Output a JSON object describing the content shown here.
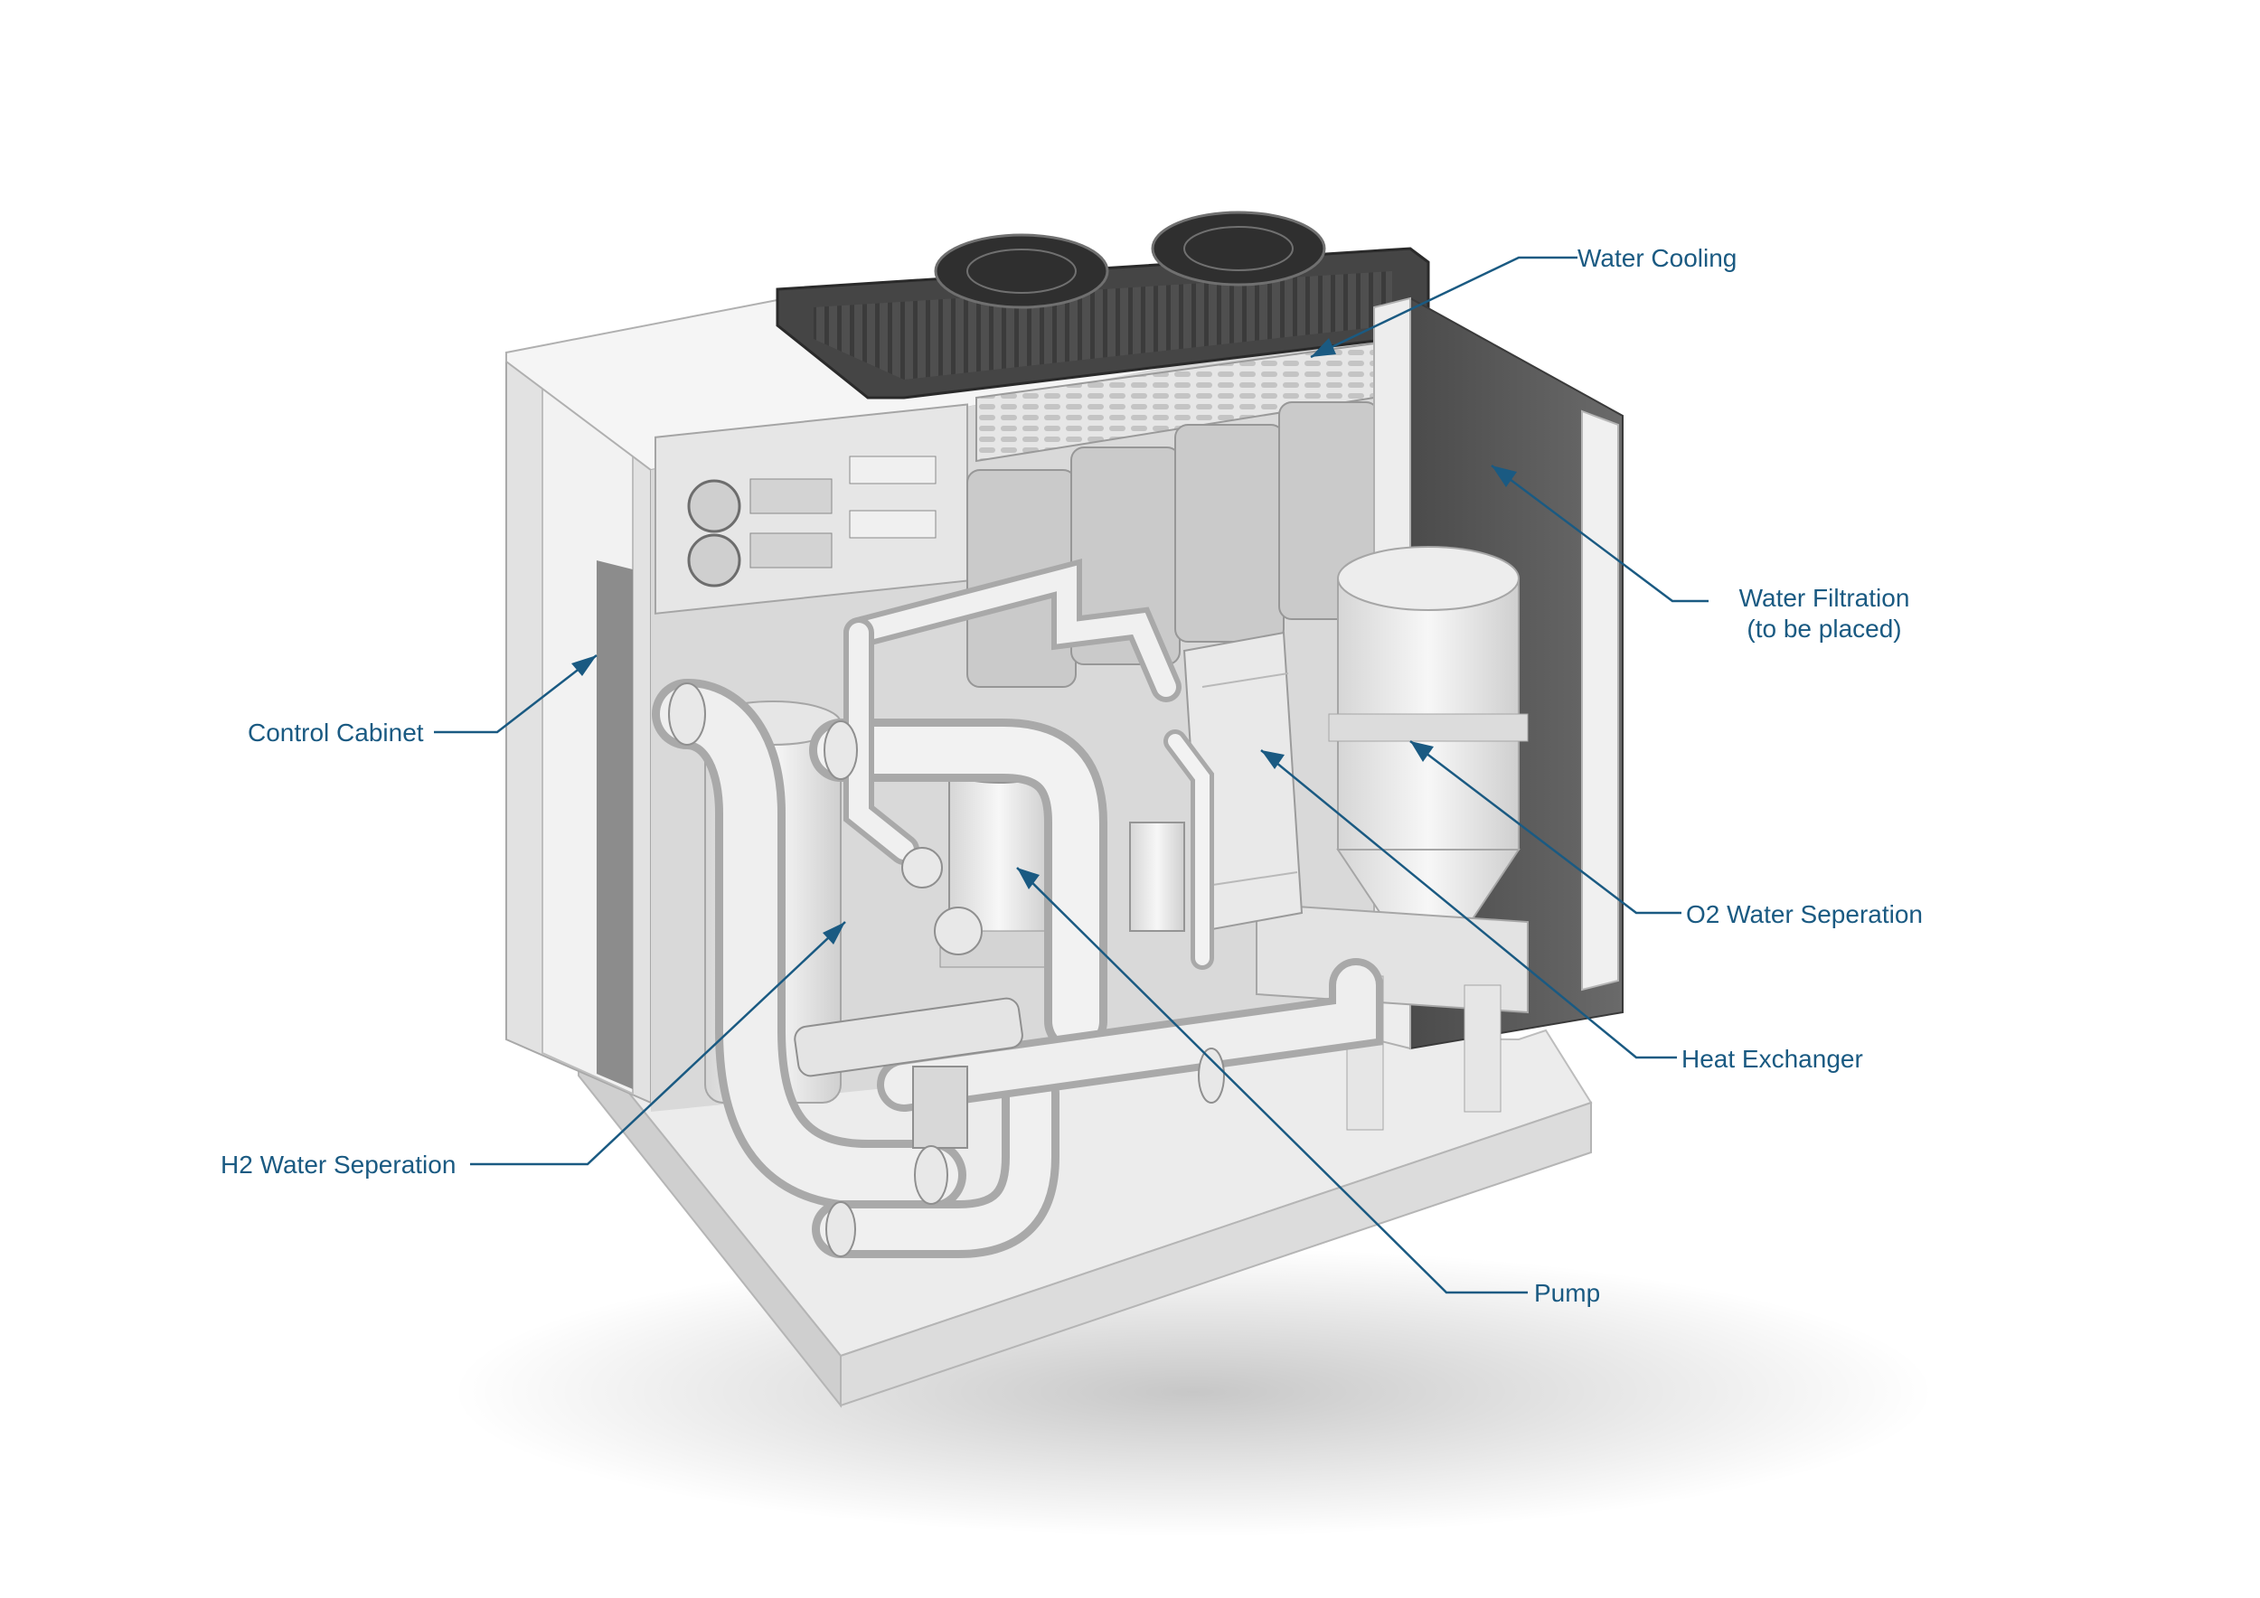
{
  "diagram": {
    "accent_color": "#1a5a82",
    "labels": {
      "water_cooling": "Water Cooling",
      "water_filtration_line1": "Water Filtration",
      "water_filtration_line2": "(to be placed)",
      "control_cabinet": "Control Cabinet",
      "o2_water_separation": "O2 Water Seperation",
      "heat_exchanger": "Heat Exchanger",
      "h2_water_separation": "H2 Water Seperation",
      "pump": "Pump"
    }
  }
}
